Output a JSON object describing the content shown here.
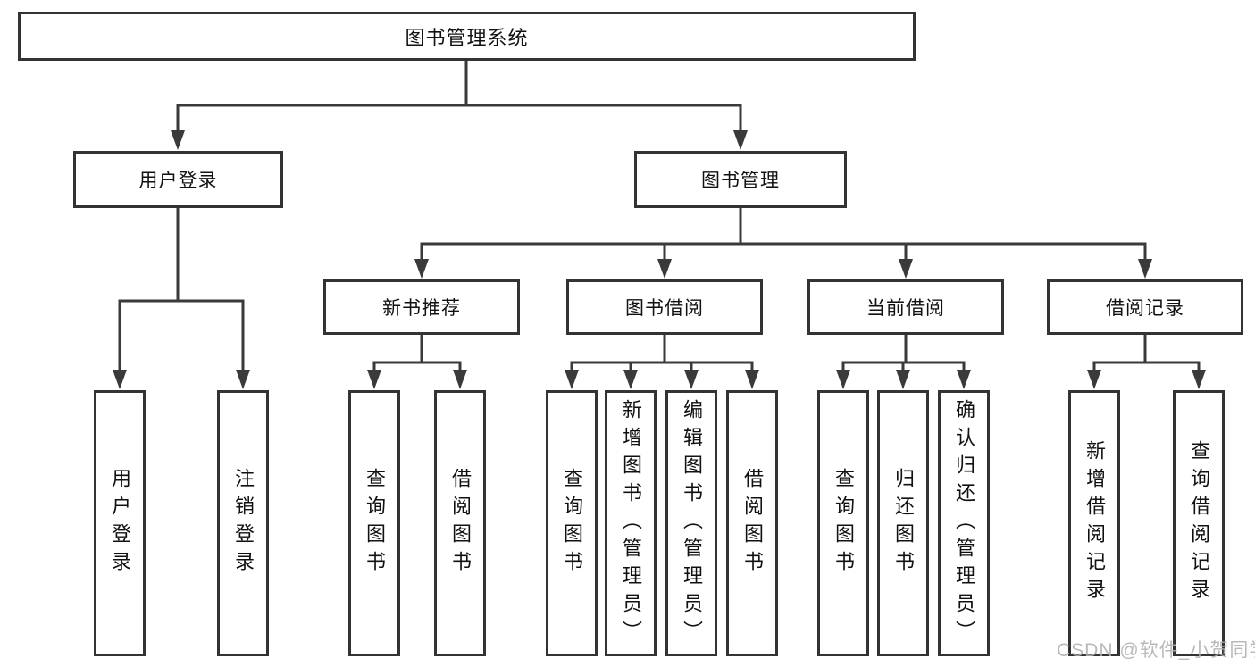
{
  "diagram": {
    "root": {
      "label": "图书管理系统"
    },
    "branches": [
      {
        "label": "用户登录",
        "children": [
          "用户登录",
          "注销登录"
        ]
      },
      {
        "label": "图书管理",
        "modules": [
          {
            "label": "新书推荐",
            "children": [
              "查询图书",
              "借阅图书"
            ]
          },
          {
            "label": "图书借阅",
            "children": [
              "查询图书",
              "新增图书（管理员）",
              "编辑图书（管理员）",
              "借阅图书"
            ]
          },
          {
            "label": "当前借阅",
            "children": [
              "查询图书",
              "归还图书",
              "确认归还（管理员）"
            ]
          },
          {
            "label": "借阅记录",
            "children": [
              "新增借阅记录",
              "查询借阅记录"
            ]
          }
        ]
      }
    ]
  },
  "watermark": "CSDN @软件_小贺同学",
  "colors": {
    "line": "#3a3a3a",
    "box_border": "#333333",
    "text": "#111111",
    "watermark": "#b0b0b0"
  }
}
